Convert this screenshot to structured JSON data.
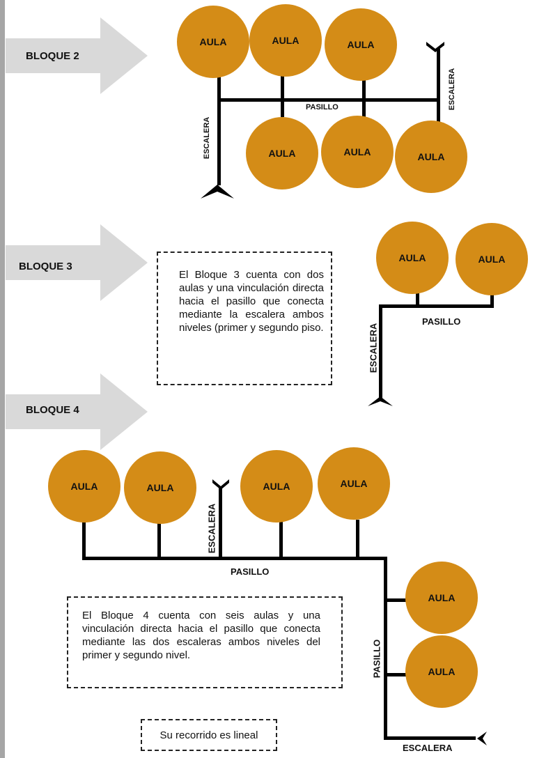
{
  "blocks": {
    "b2": {
      "label": "BLOQUE 2",
      "aula": "AULA",
      "pasillo": "PASILLO",
      "escalera": "ESCALERA"
    },
    "b3": {
      "label": "BLOQUE 3",
      "aula": "AULA",
      "pasillo": "PASILLO",
      "escalera": "ESCALERA",
      "note": "El Bloque 3 cuenta con dos aulas y una vinculación directa hacia el pasillo que conecta mediante la escalera ambos niveles (primer y segundo piso."
    },
    "b4": {
      "label": "BLOQUE 4",
      "aula": "AULA",
      "pasillo": "PASILLO",
      "escalera": "ESCALERA",
      "note": "El Bloque 4 cuenta con seis aulas y una vinculación directa hacia el pasillo que conecta mediante las dos escaleras ambos niveles del primer y segundo nivel.",
      "route_note": "Su recorrido es lineal"
    }
  },
  "colors": {
    "aula": "#d48c17",
    "arrow": "#d9d9d9",
    "line": "#000000",
    "side_bar": "#a6a6a6"
  }
}
